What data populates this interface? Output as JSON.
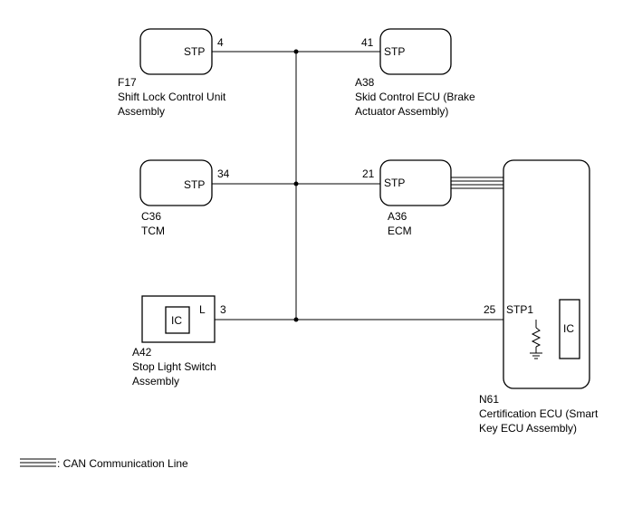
{
  "components": {
    "f17": {
      "id": "F17",
      "name_line1": "Shift Lock Control Unit",
      "name_line2": "Assembly",
      "terminal": "STP",
      "pin": "4"
    },
    "a38": {
      "id": "A38",
      "name_line1": "Skid Control ECU (Brake",
      "name_line2": "Actuator Assembly)",
      "terminal": "STP",
      "pin": "41"
    },
    "c36": {
      "id": "C36",
      "name_line1": "TCM",
      "terminal": "STP",
      "pin": "34"
    },
    "a36": {
      "id": "A36",
      "name_line1": "ECM",
      "terminal": "STP",
      "pin": "21"
    },
    "a42": {
      "id": "A42",
      "name_line1": "Stop Light Switch",
      "name_line2": "Assembly",
      "inner": "IC",
      "terminal": "L",
      "pin": "3"
    },
    "n61": {
      "id": "N61",
      "name_line1": "Certification ECU (Smart",
      "name_line2": "Key ECU Assembly)",
      "inner": "IC",
      "terminal": "STP1",
      "pin": "25"
    }
  },
  "legend": {
    "text": ": CAN Communication Line"
  }
}
